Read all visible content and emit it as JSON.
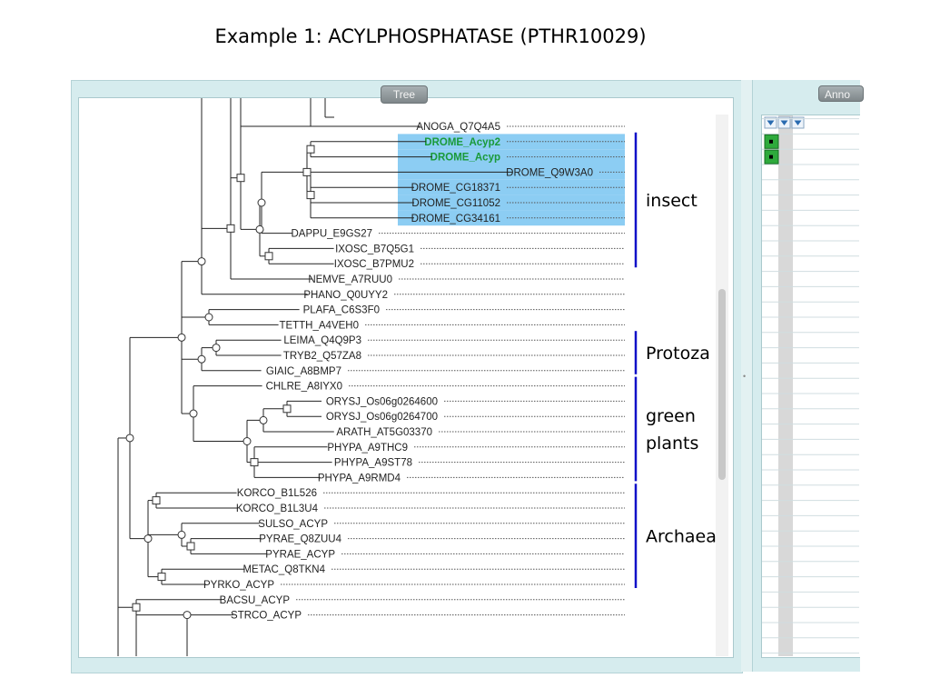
{
  "title": "Example 1: ACYLPHOSPHATASE (PTHR10029)",
  "panels": {
    "tree_label": "Tree",
    "annotation_label": "Anno"
  },
  "colors": {
    "highlight": "#8ccdf3",
    "bracket": "#1010c8",
    "highlight_text": "#1a9a3a",
    "annotation_fill": "#2eaa3c"
  },
  "leaves": [
    {
      "label": "ANOGA_Q7Q4A5"
    },
    {
      "label": "DROME_Acyp2",
      "highlight": true,
      "green": true
    },
    {
      "label": "DROME_Acyp",
      "highlight": true,
      "green": true
    },
    {
      "label": "DROME_Q9W3A0",
      "highlight": true
    },
    {
      "label": "DROME_CG18371",
      "highlight": true
    },
    {
      "label": "DROME_CG11052",
      "highlight": true
    },
    {
      "label": "DROME_CG34161",
      "highlight": true
    },
    {
      "label": "DAPPU_E9GS27"
    },
    {
      "label": "IXOSC_B7Q5G1"
    },
    {
      "label": "IXOSC_B7PMU2"
    },
    {
      "label": "NEMVE_A7RUU0"
    },
    {
      "label": "PHANO_Q0UYY2"
    },
    {
      "label": "PLAFA_C6S3F0"
    },
    {
      "label": "TETTH_A4VEH0"
    },
    {
      "label": "LEIMA_Q4Q9P3"
    },
    {
      "label": "TRYB2_Q57ZA8"
    },
    {
      "label": "GIAIC_A8BMP7"
    },
    {
      "label": "CHLRE_A8IYX0"
    },
    {
      "label": "ORYSJ_Os06g0264600"
    },
    {
      "label": "ORYSJ_Os06g0264700"
    },
    {
      "label": "ARATH_AT5G03370"
    },
    {
      "label": "PHYPA_A9THC9"
    },
    {
      "label": "PHYPA_A9ST78"
    },
    {
      "label": "PHYPA_A9RMD4"
    },
    {
      "label": "KORCO_B1L526"
    },
    {
      "label": "KORCO_B1L3U4"
    },
    {
      "label": "SULSO_ACYP"
    },
    {
      "label": "PYRAE_Q8ZUU4"
    },
    {
      "label": "PYRAE_ACYP"
    },
    {
      "label": "METAC_Q8TKN4"
    },
    {
      "label": "PYRKO_ACYP"
    },
    {
      "label": "BACSU_ACYP"
    },
    {
      "label": "STRCO_ACYP"
    }
  ],
  "groups": [
    {
      "label": "insect",
      "first": 1,
      "last": 9,
      "lines": [
        "insect"
      ]
    },
    {
      "label": "Protoza",
      "first": 14,
      "last": 16,
      "lines": [
        "Protoza"
      ]
    },
    {
      "label": "green plants",
      "first": 17,
      "last": 23,
      "lines": [
        "green",
        "plants"
      ]
    },
    {
      "label": "Archaea",
      "first": 24,
      "last": 30,
      "lines": [
        "Archaea"
      ]
    }
  ],
  "annotation": {
    "marked_rows": [
      1,
      2
    ]
  }
}
